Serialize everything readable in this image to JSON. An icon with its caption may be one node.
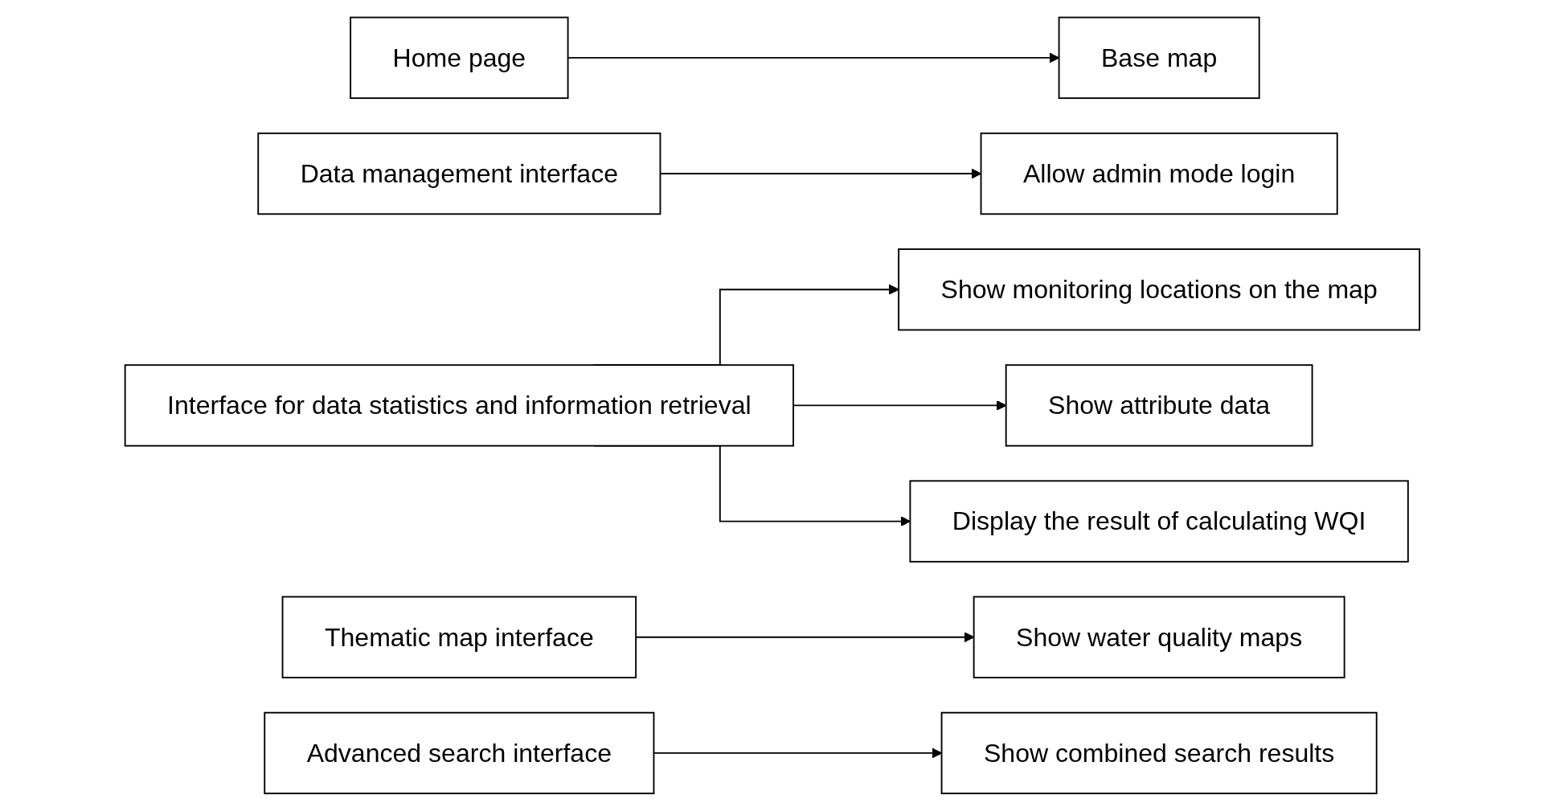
{
  "diagram": {
    "nodes": [
      {
        "text": [
          "Home page"
        ]
      },
      {
        "text": [
          "Base map"
        ]
      },
      {
        "text": [
          "Data management interface"
        ]
      },
      {
        "text": [
          "Allow admin mode login"
        ]
      },
      {
        "text": [
          "Interface for data statistics and information retrieval"
        ]
      },
      {
        "text": [
          "Show monitoring locations on the map"
        ]
      },
      {
        "text": [
          "Show attribute data"
        ]
      },
      {
        "text": [
          "Display the result of calculating WQI"
        ]
      },
      {
        "text": [
          "Thematic map interface"
        ]
      },
      {
        "text": [
          "Show water quality maps"
        ]
      },
      {
        "text": [
          "Advanced search interface"
        ]
      },
      {
        "text": [
          "Show combined search results"
        ]
      }
    ],
    "edges": [
      {
        "from": 0,
        "to": 1,
        "arrow": "to"
      },
      {
        "from": 2,
        "to": 3,
        "arrow": "to"
      },
      {
        "from": 4,
        "to": 5,
        "arrow": "to"
      },
      {
        "from": 4,
        "to": 6,
        "arrow": "to"
      },
      {
        "from": 4,
        "to": 7,
        "arrow": "to"
      },
      {
        "from": 8,
        "to": 9,
        "arrow": "to"
      },
      {
        "from": 10,
        "to": 11,
        "arrow": "to"
      }
    ]
  }
}
